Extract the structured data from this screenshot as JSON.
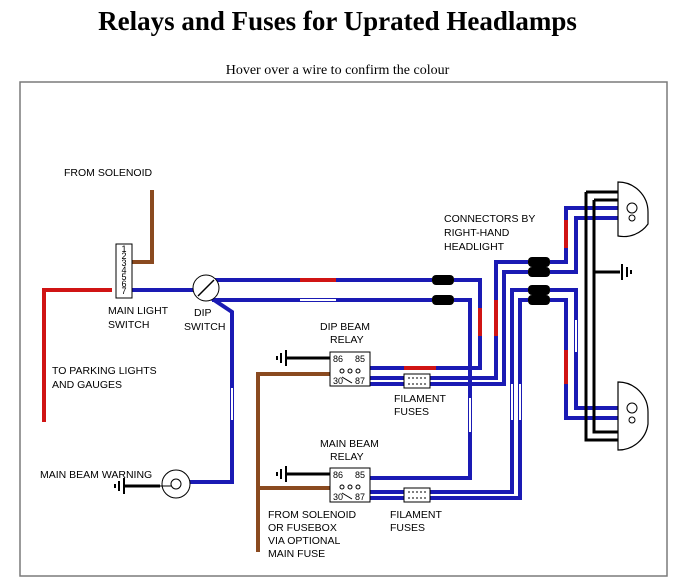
{
  "page": {
    "title": "Relays and Fuses for Uprated Headlamps",
    "hint": "Hover over a wire to confirm the colour"
  },
  "colors": {
    "blue": "#1a1ab4",
    "brown": "#8a4a20",
    "red": "#d01414",
    "white": "#ffffff",
    "black": "#000000",
    "frame": "#7a7a7a"
  },
  "labels": {
    "from_solenoid": "FROM SOLENOID",
    "main_light_switch_1": "MAIN LIGHT",
    "main_light_switch_2": "SWITCH",
    "dip_switch_1": "DIP",
    "dip_switch_2": "SWITCH",
    "connectors_1": "CONNECTORS BY",
    "connectors_2": "RIGHT-HAND",
    "connectors_3": "HEADLIGHT",
    "dip_relay_1": "DIP BEAM",
    "dip_relay_2": "RELAY",
    "parking_1": "TO PARKING LIGHTS",
    "parking_2": "AND GAUGES",
    "filament_fuses_1a": "FILAMENT",
    "filament_fuses_1b": "FUSES",
    "main_relay_1": "MAIN BEAM",
    "main_relay_2": "RELAY",
    "main_beam_warning": "MAIN BEAM WARNING",
    "filament_fuses_2a": "FILAMENT",
    "filament_fuses_2b": "FUSES",
    "supply_1": "FROM SOLENOID",
    "supply_2": "OR FUSEBOX",
    "supply_3": "VIA OPTIONAL",
    "supply_4": "MAIN FUSE"
  },
  "relay_pins": {
    "p86": "86",
    "p85": "85",
    "p30": "30",
    "p87": "87"
  },
  "switch_pins": [
    "1",
    "2",
    "3",
    "4",
    "5",
    "6",
    "7"
  ]
}
